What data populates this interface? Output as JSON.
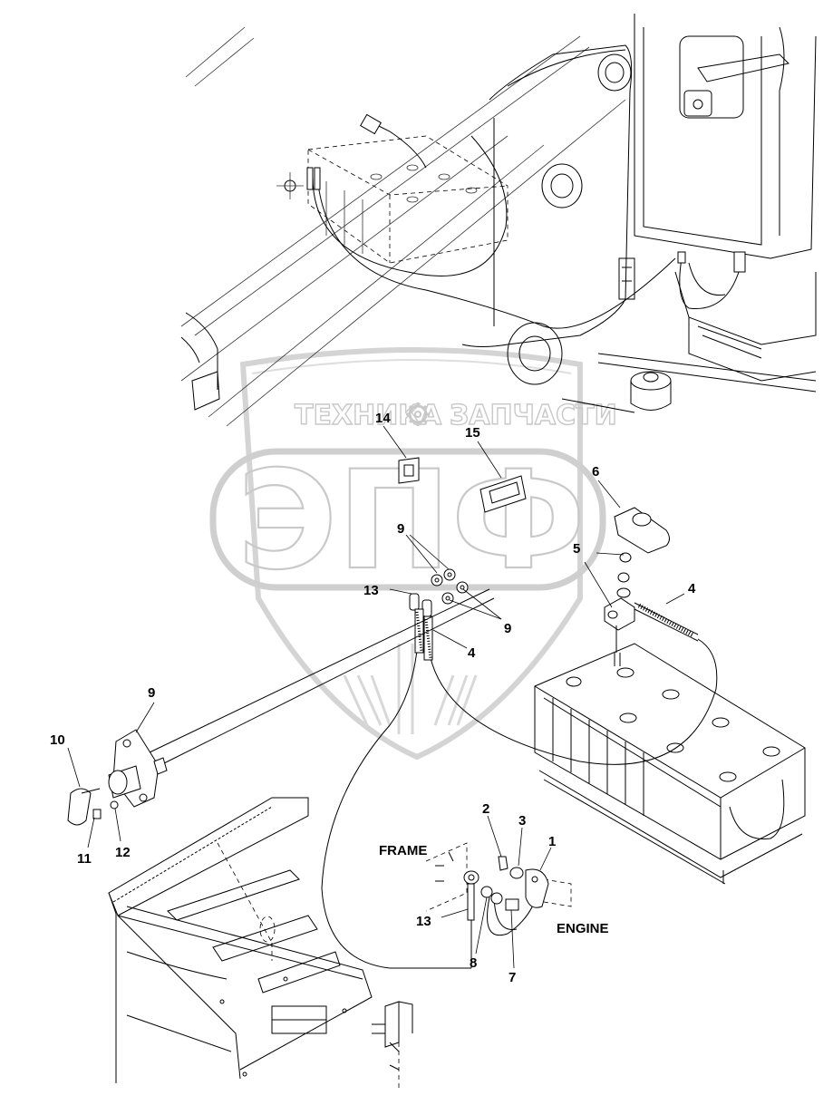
{
  "watermark": {
    "left_text": "ТЕХНИКА",
    "right_text": "ЗАПЧАСТИ",
    "logo_text": "ЭПФ",
    "gear_icon": "gear-icon"
  },
  "callouts": {
    "c1": "1",
    "c2": "2",
    "c3": "3",
    "c4a": "4",
    "c4b": "4",
    "c5": "5",
    "c6": "6",
    "c7": "7",
    "c8": "8",
    "c9a": "9",
    "c9b": "9",
    "c9c": "9",
    "c10": "10",
    "c11": "11",
    "c12": "12",
    "c13a": "13",
    "c13b": "13",
    "c14": "14",
    "c15": "15"
  },
  "words": {
    "frame": "FRAME",
    "engine": "ENGINE"
  }
}
